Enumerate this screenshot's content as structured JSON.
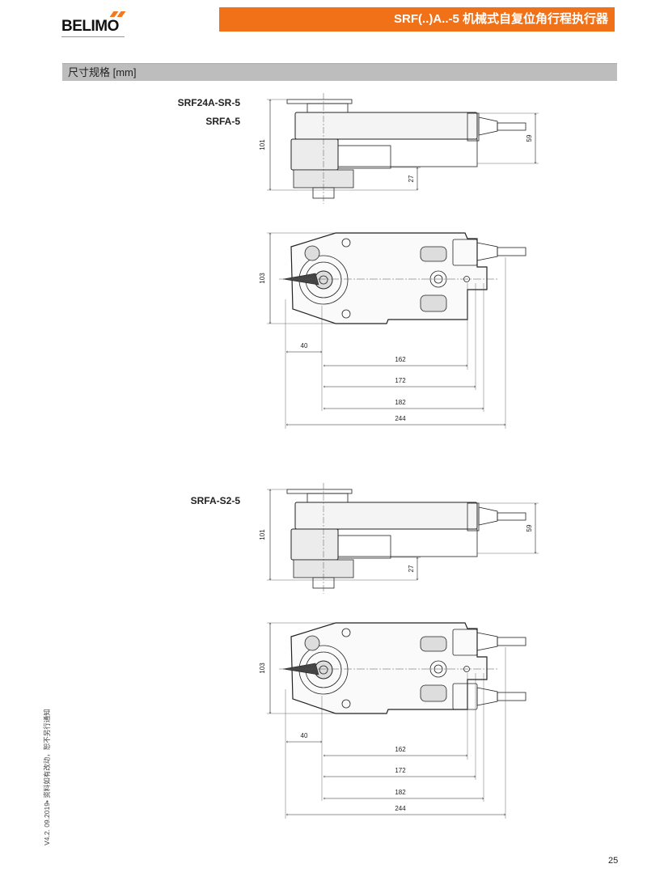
{
  "header": {
    "logo": "BELIMO",
    "title": "SRF(..)A..-5 机械式自复位角行程执行器"
  },
  "section": {
    "title": "尺寸规格 [mm]"
  },
  "drawings": [
    {
      "models": [
        "SRF24A-SR-5",
        "SRFA-5"
      ],
      "dims": {
        "height_side": "101",
        "connector_height": "59",
        "bottom_offset": "27",
        "width_top": "103",
        "d40": "40",
        "d162": "162",
        "d172": "172",
        "d182": "182",
        "d244": "244"
      }
    },
    {
      "models": [
        "SRFA-S2-5"
      ],
      "dims": {
        "height_side": "101",
        "connector_height": "59",
        "bottom_offset": "27",
        "width_top": "103",
        "d40": "40",
        "d162": "162",
        "d172": "172",
        "d182": "182",
        "d244": "244"
      }
    }
  ],
  "footer": {
    "version_note": "V4.2. 09.2019• 资料如有改动，恕不另行通知",
    "page_number": "25"
  },
  "colors": {
    "accent": "#f07118",
    "section_bg": "#bdbdbd"
  }
}
